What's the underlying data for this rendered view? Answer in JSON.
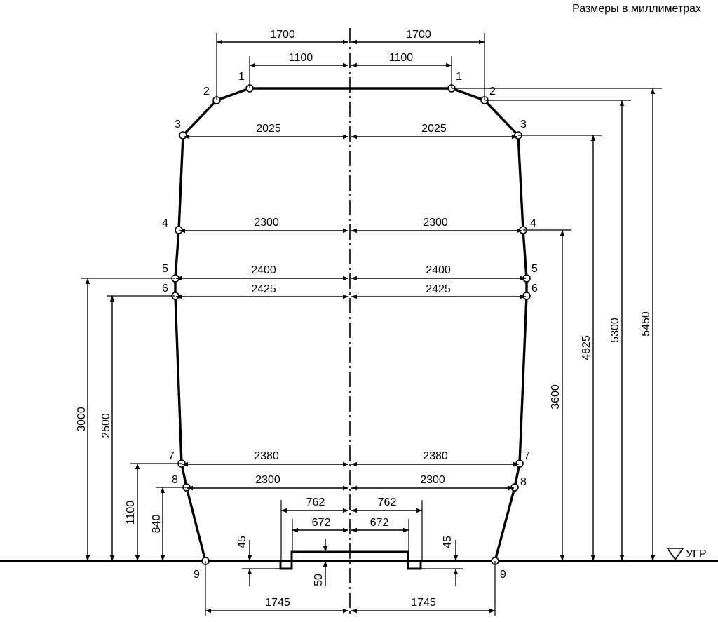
{
  "units_note": "Размеры в миллиметрах",
  "reference_label": "УГР",
  "points": [
    {
      "id": "p1l",
      "label": "1"
    },
    {
      "id": "p1r",
      "label": "1"
    },
    {
      "id": "p2l",
      "label": "2"
    },
    {
      "id": "p2r",
      "label": "2"
    },
    {
      "id": "p3l",
      "label": "3"
    },
    {
      "id": "p3r",
      "label": "3"
    },
    {
      "id": "p4l",
      "label": "4"
    },
    {
      "id": "p4r",
      "label": "4"
    },
    {
      "id": "p5l",
      "label": "5"
    },
    {
      "id": "p5r",
      "label": "5"
    },
    {
      "id": "p6l",
      "label": "6"
    },
    {
      "id": "p6r",
      "label": "6"
    },
    {
      "id": "p7l",
      "label": "7"
    },
    {
      "id": "p7r",
      "label": "7"
    },
    {
      "id": "p8l",
      "label": "8"
    },
    {
      "id": "p8r",
      "label": "8"
    },
    {
      "id": "p9l",
      "label": "9"
    },
    {
      "id": "p9r",
      "label": "9"
    }
  ],
  "horizontal_dims": [
    {
      "id": "w1700l",
      "value": "1700"
    },
    {
      "id": "w1700r",
      "value": "1700"
    },
    {
      "id": "w1100l",
      "value": "1100"
    },
    {
      "id": "w1100r",
      "value": "1100"
    },
    {
      "id": "w2025l",
      "value": "2025"
    },
    {
      "id": "w2025r",
      "value": "2025"
    },
    {
      "id": "w2300al",
      "value": "2300"
    },
    {
      "id": "w2300ar",
      "value": "2300"
    },
    {
      "id": "w2400l",
      "value": "2400"
    },
    {
      "id": "w2400r",
      "value": "2400"
    },
    {
      "id": "w2425l",
      "value": "2425"
    },
    {
      "id": "w2425r",
      "value": "2425"
    },
    {
      "id": "w2380l",
      "value": "2380"
    },
    {
      "id": "w2380r",
      "value": "2380"
    },
    {
      "id": "w2300bl",
      "value": "2300"
    },
    {
      "id": "w2300br",
      "value": "2300"
    },
    {
      "id": "w762l",
      "value": "762"
    },
    {
      "id": "w762r",
      "value": "762"
    },
    {
      "id": "w672l",
      "value": "672"
    },
    {
      "id": "w672r",
      "value": "672"
    },
    {
      "id": "w1745l",
      "value": "1745"
    },
    {
      "id": "w1745r",
      "value": "1745"
    }
  ],
  "vertical_dims": [
    {
      "id": "h3000",
      "value": "3000"
    },
    {
      "id": "h2500",
      "value": "2500"
    },
    {
      "id": "h1100",
      "value": "1100"
    },
    {
      "id": "h840",
      "value": "840"
    },
    {
      "id": "h3600",
      "value": "3600"
    },
    {
      "id": "h4825",
      "value": "4825"
    },
    {
      "id": "h5300",
      "value": "5300"
    },
    {
      "id": "h5450",
      "value": "5450"
    },
    {
      "id": "h45l",
      "value": "45"
    },
    {
      "id": "h45r",
      "value": "45"
    },
    {
      "id": "h50",
      "value": "50"
    }
  ]
}
